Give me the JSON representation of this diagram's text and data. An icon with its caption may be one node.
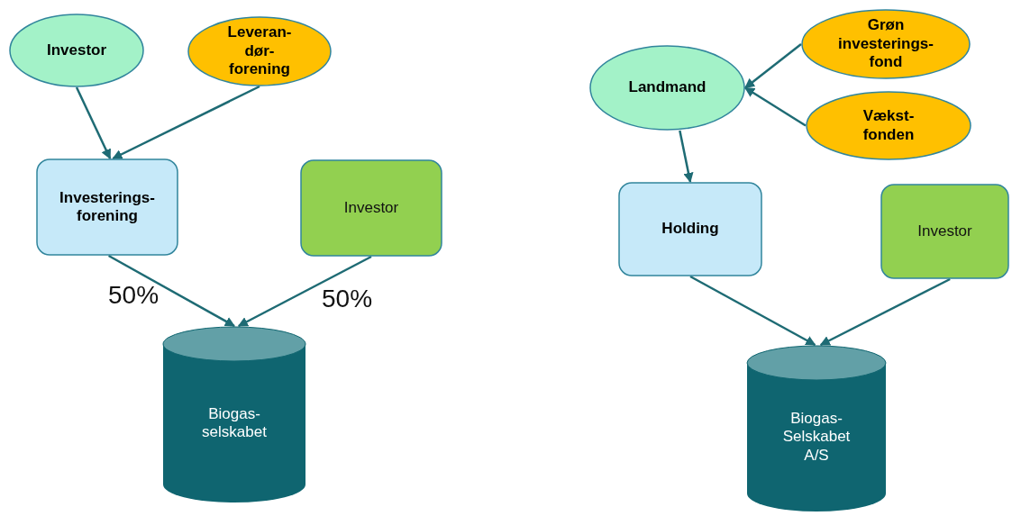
{
  "diagram": {
    "nodes": [
      {
        "text": [
          "Investor"
        ]
      },
      {
        "text": [
          "Leveran- dør- forening"
        ]
      },
      {
        "text": [
          "Investerings- forening"
        ]
      },
      {
        "text": [
          "Investor"
        ]
      },
      {
        "text": [
          "Biogas- selskabet"
        ]
      },
      {
        "text": [
          "Landmand"
        ]
      },
      {
        "text": [
          "Grøn investerings- fond"
        ]
      },
      {
        "text": [
          "Vækst- fonden"
        ]
      },
      {
        "text": [
          "Holding"
        ]
      },
      {
        "text": [
          "Investor"
        ]
      },
      {
        "text": [
          "Biogas- Selskabet A/S"
        ]
      }
    ],
    "edges": [
      {
        "from": 0,
        "to": 2,
        "arrow": "to"
      },
      {
        "from": 1,
        "to": 2,
        "arrow": "to"
      },
      {
        "from": 2,
        "to": 4,
        "arrow": "to",
        "label": "50%"
      },
      {
        "from": 3,
        "to": 4,
        "arrow": "to",
        "label": "50%"
      },
      {
        "from": 6,
        "to": 5,
        "arrow": "to"
      },
      {
        "from": 7,
        "to": 5,
        "arrow": "to"
      },
      {
        "from": 5,
        "to": 8,
        "arrow": "to"
      },
      {
        "from": 8,
        "to": 10,
        "arrow": "to"
      },
      {
        "from": 9,
        "to": 10,
        "arrow": "to"
      }
    ]
  }
}
